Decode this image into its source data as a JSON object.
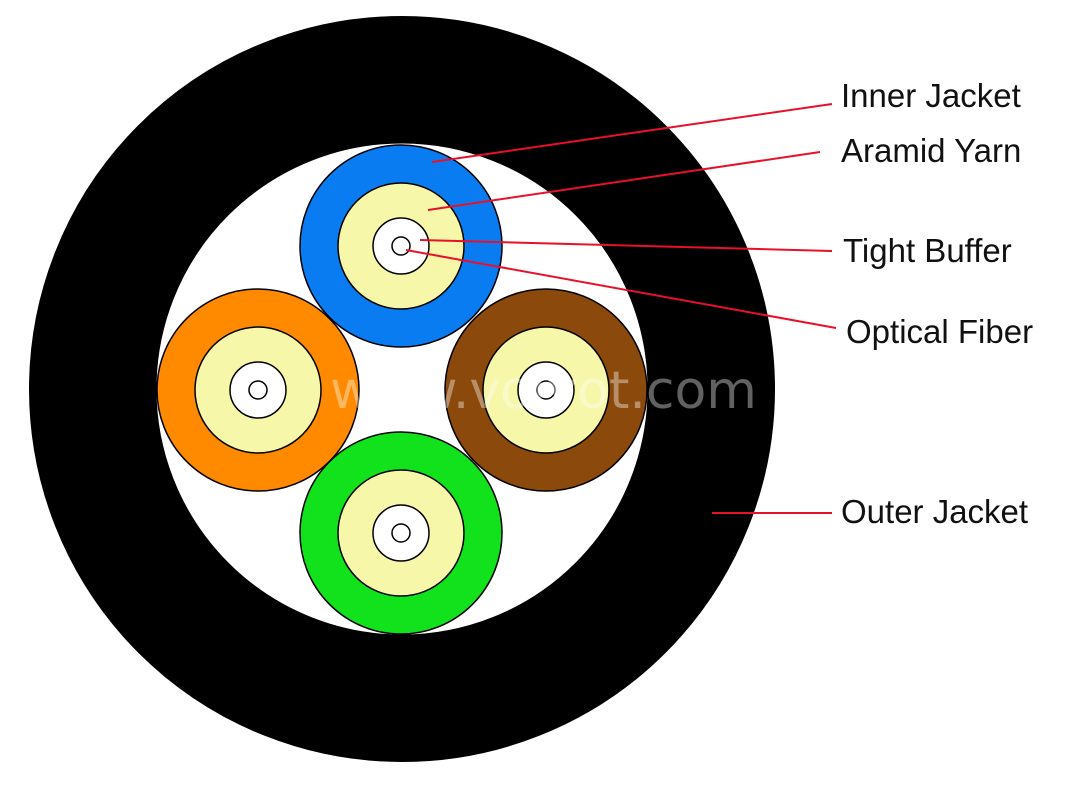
{
  "labels": {
    "inner_jacket": "Inner Jacket",
    "aramid_yarn": "Aramid Yarn",
    "tight_buffer": "Tight Buffer",
    "optical_fiber": "Optical Fiber",
    "outer_jacket": "Outer Jacket"
  },
  "watermark": "www.volvot.com",
  "colors": {
    "outer_jacket": "#000000",
    "core_fill": "#ffffff",
    "leader_line": "#e8102a",
    "aramid_yarn": "#f6f7a8",
    "tight_buffer": "#ffffff",
    "sub_unit_blue": "#0a7cf2",
    "sub_unit_orange": "#ff8a00",
    "sub_unit_brown": "#8b4a0c",
    "sub_unit_green": "#12e21c"
  },
  "sub_units": [
    {
      "name": "blue",
      "color_key": "sub_unit_blue"
    },
    {
      "name": "orange",
      "color_key": "sub_unit_orange"
    },
    {
      "name": "brown",
      "color_key": "sub_unit_brown"
    },
    {
      "name": "green",
      "color_key": "sub_unit_green"
    }
  ]
}
